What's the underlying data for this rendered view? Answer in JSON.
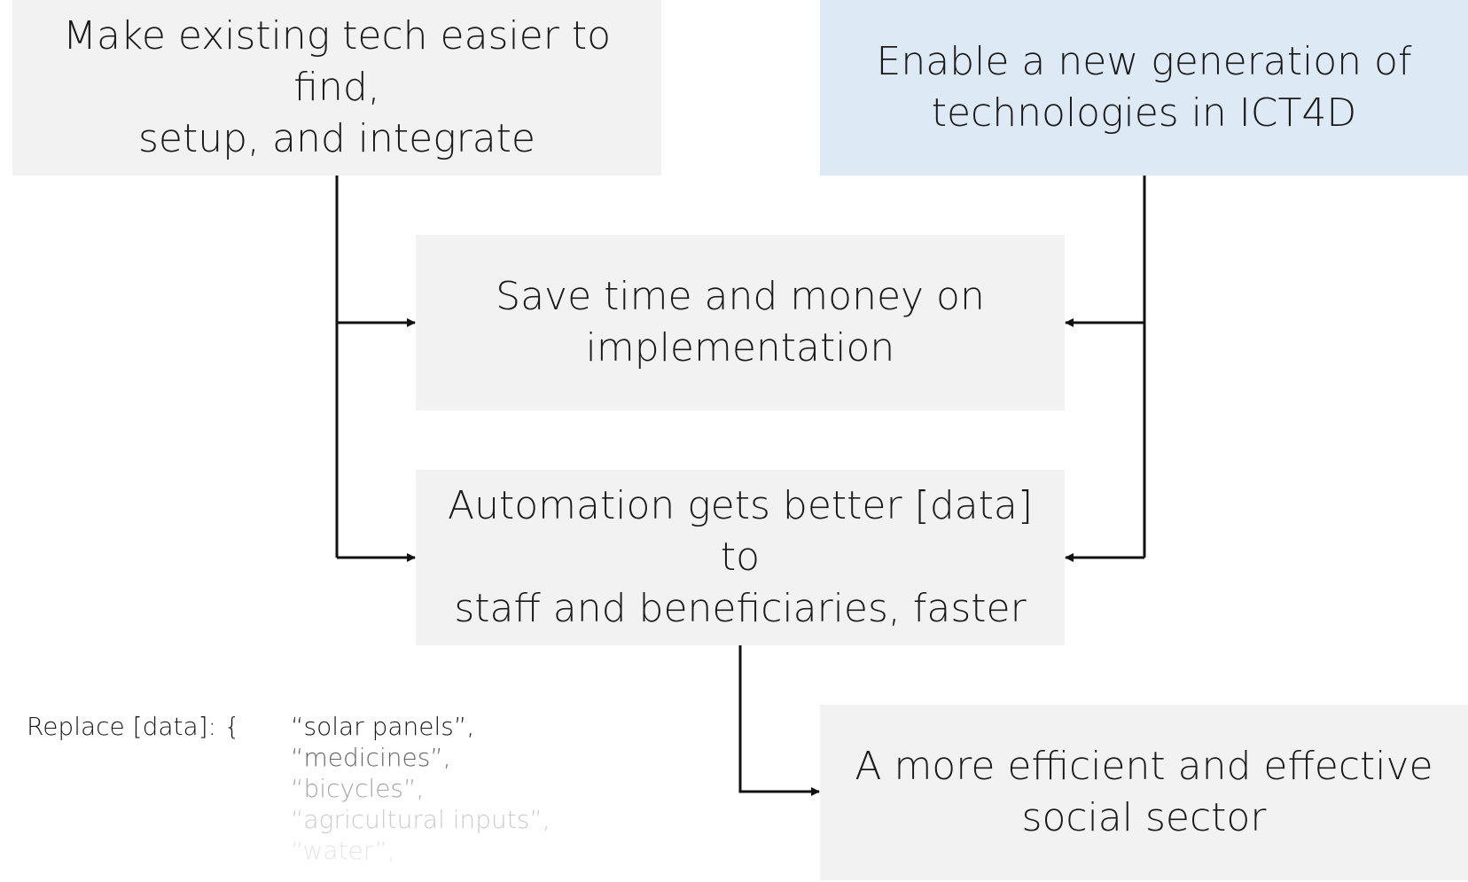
{
  "colors": {
    "box_gray": "#f2f2f2",
    "box_blue": "#dde9f5",
    "connector": "#111111",
    "text": "#1a1a1a"
  },
  "boxes": {
    "top_left": "Make existing tech easier to find,\nsetup, and integrate",
    "top_right": "Enable a new generation of\ntechnologies in ICT4D",
    "middle_1": "Save time and money on\nimplementation",
    "middle_2": "Automation gets better [data] to\nstaff and beneficiaries, faster",
    "bottom_right": "A more efficient and effective\nsocial sector"
  },
  "replace_label": "Replace [data]: {",
  "replace_items": [
    {
      "text": "“solar panels”,",
      "color": "#1a1a1a"
    },
    {
      "text": "“medicines”,",
      "color": "#666666"
    },
    {
      "text": "“bicycles”,",
      "color": "#a6a6a6"
    },
    {
      "text": "“agricultural inputs”,",
      "color": "#cccccc"
    },
    {
      "text": "“water”,",
      "color": "#e6e6e6"
    }
  ]
}
